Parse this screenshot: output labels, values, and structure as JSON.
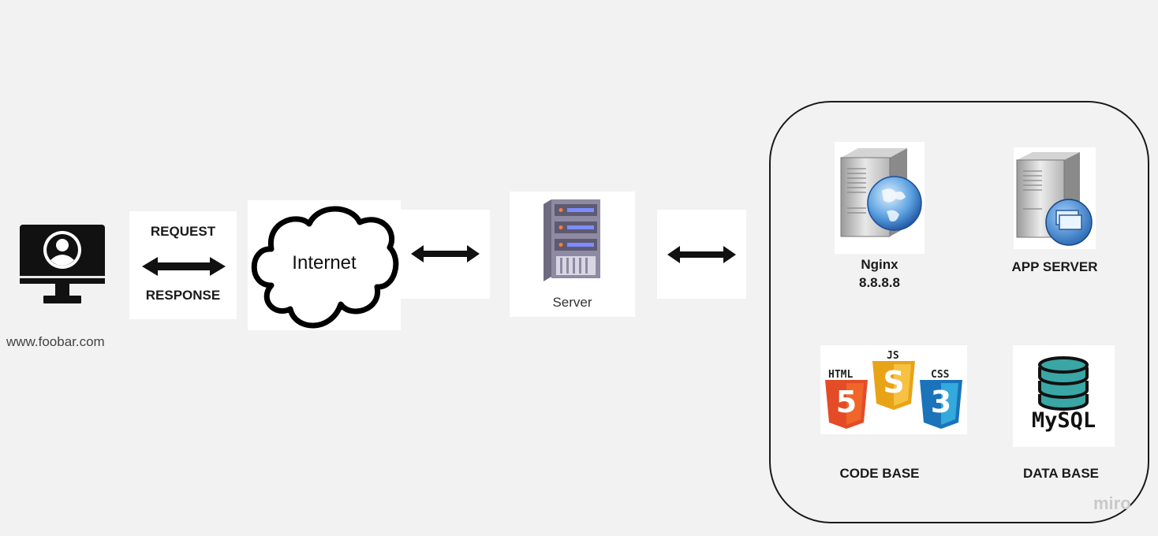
{
  "client": {
    "label": "www.foobar.com",
    "icon": "monitor-user-icon"
  },
  "request_response": {
    "request": "REQUEST",
    "response": "RESPONSE"
  },
  "internet": {
    "label": "Internet",
    "icon": "cloud-icon"
  },
  "server": {
    "label": "Server",
    "icon": "server-rack-icon"
  },
  "nginx": {
    "name": "Nginx",
    "ip": "8.8.8.8",
    "icon": "web-server-icon"
  },
  "app_server": {
    "label": "APP SERVER",
    "icon": "app-server-icon"
  },
  "code_base": {
    "label": "CODE BASE",
    "logos": [
      {
        "text": "HTML",
        "digit": "5",
        "color": "#e34c26"
      },
      {
        "text": "JS",
        "digit": "S",
        "color": "#f0a81a"
      },
      {
        "text": "CSS",
        "digit": "3",
        "color": "#1b73ba"
      }
    ]
  },
  "data_base": {
    "label": "DATA BASE",
    "logo_text": "MySQL",
    "icon": "database-icon"
  },
  "watermark": "miro",
  "colors": {
    "background": "#f2f2f2",
    "card": "#ffffff",
    "ink": "#1a1a1a",
    "db": "#3aa6a6"
  }
}
